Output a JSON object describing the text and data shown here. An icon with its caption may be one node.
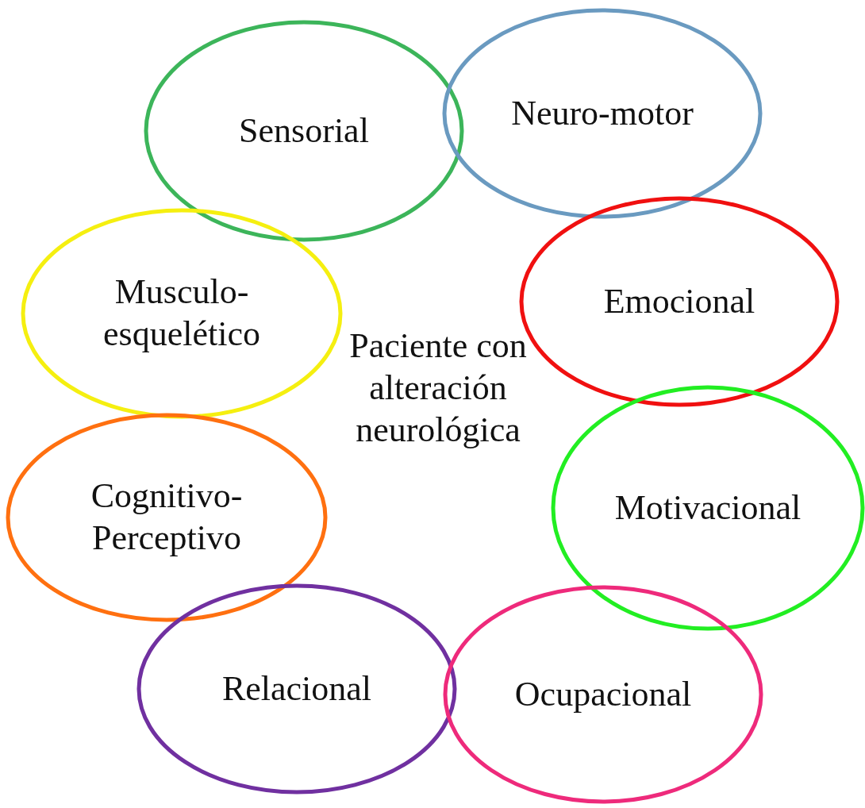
{
  "diagram": {
    "nodes": [
      {
        "text": [
          "Sensorial"
        ]
      },
      {
        "text": [
          "Neuro-motor"
        ]
      },
      {
        "text": [
          "Musculo-esquelético"
        ]
      },
      {
        "text": [
          "Emocional"
        ]
      },
      {
        "text": [
          "Cognitivo-Perceptivo"
        ]
      },
      {
        "text": [
          "Motivacional"
        ]
      },
      {
        "text": [
          "Relacional"
        ]
      },
      {
        "text": [
          "Ocupacional"
        ]
      }
    ],
    "edges": [],
    "labels": [
      "Paciente con alteración neurológica"
    ]
  }
}
